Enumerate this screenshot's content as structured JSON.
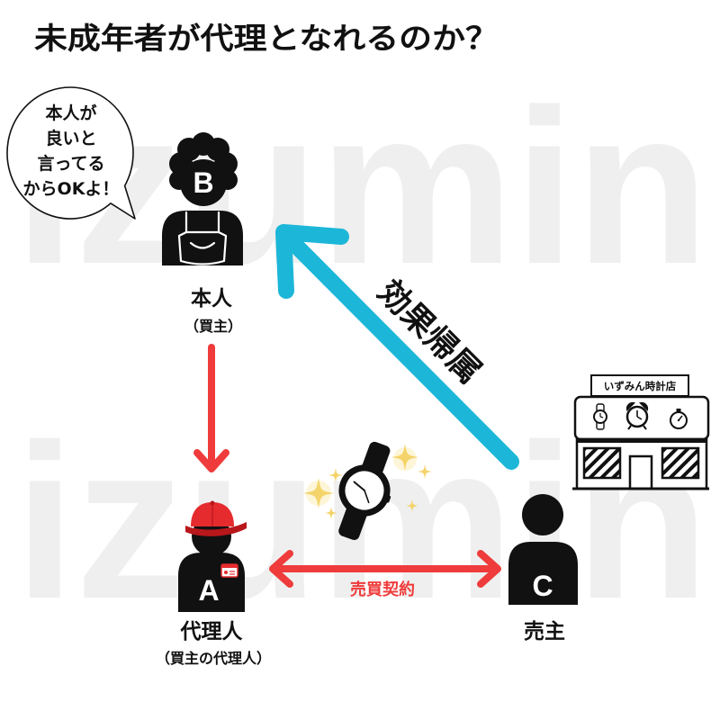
{
  "title": "未成年者が代理となれるのか？",
  "watermark": "izumin",
  "speech_bubble": {
    "lines": [
      "本人が",
      "良いと",
      "言ってる",
      "からOKよ！"
    ]
  },
  "principal": {
    "letter": "B",
    "label": "本人",
    "sublabel": "（買主）"
  },
  "agent": {
    "letter": "A",
    "label": "代理人",
    "sublabel": "（買主の代理人）"
  },
  "seller": {
    "letter": "C",
    "label": "売主"
  },
  "arrows": {
    "contract_label": "売買契約",
    "attribution_label": "効果帰属"
  },
  "shop": {
    "sign": "いずみん時計店",
    "icons": [
      "wristwatch-icon",
      "alarm-clock-icon",
      "stopwatch-icon"
    ]
  },
  "traded_item_icon": "wristwatch-icon",
  "colors": {
    "red": "#ef3b3b",
    "blue": "#1cb7d8",
    "cap": "#e52b2e",
    "watermark": "#efefef",
    "sparkle": "#f4d46a",
    "ink": "#111111"
  }
}
